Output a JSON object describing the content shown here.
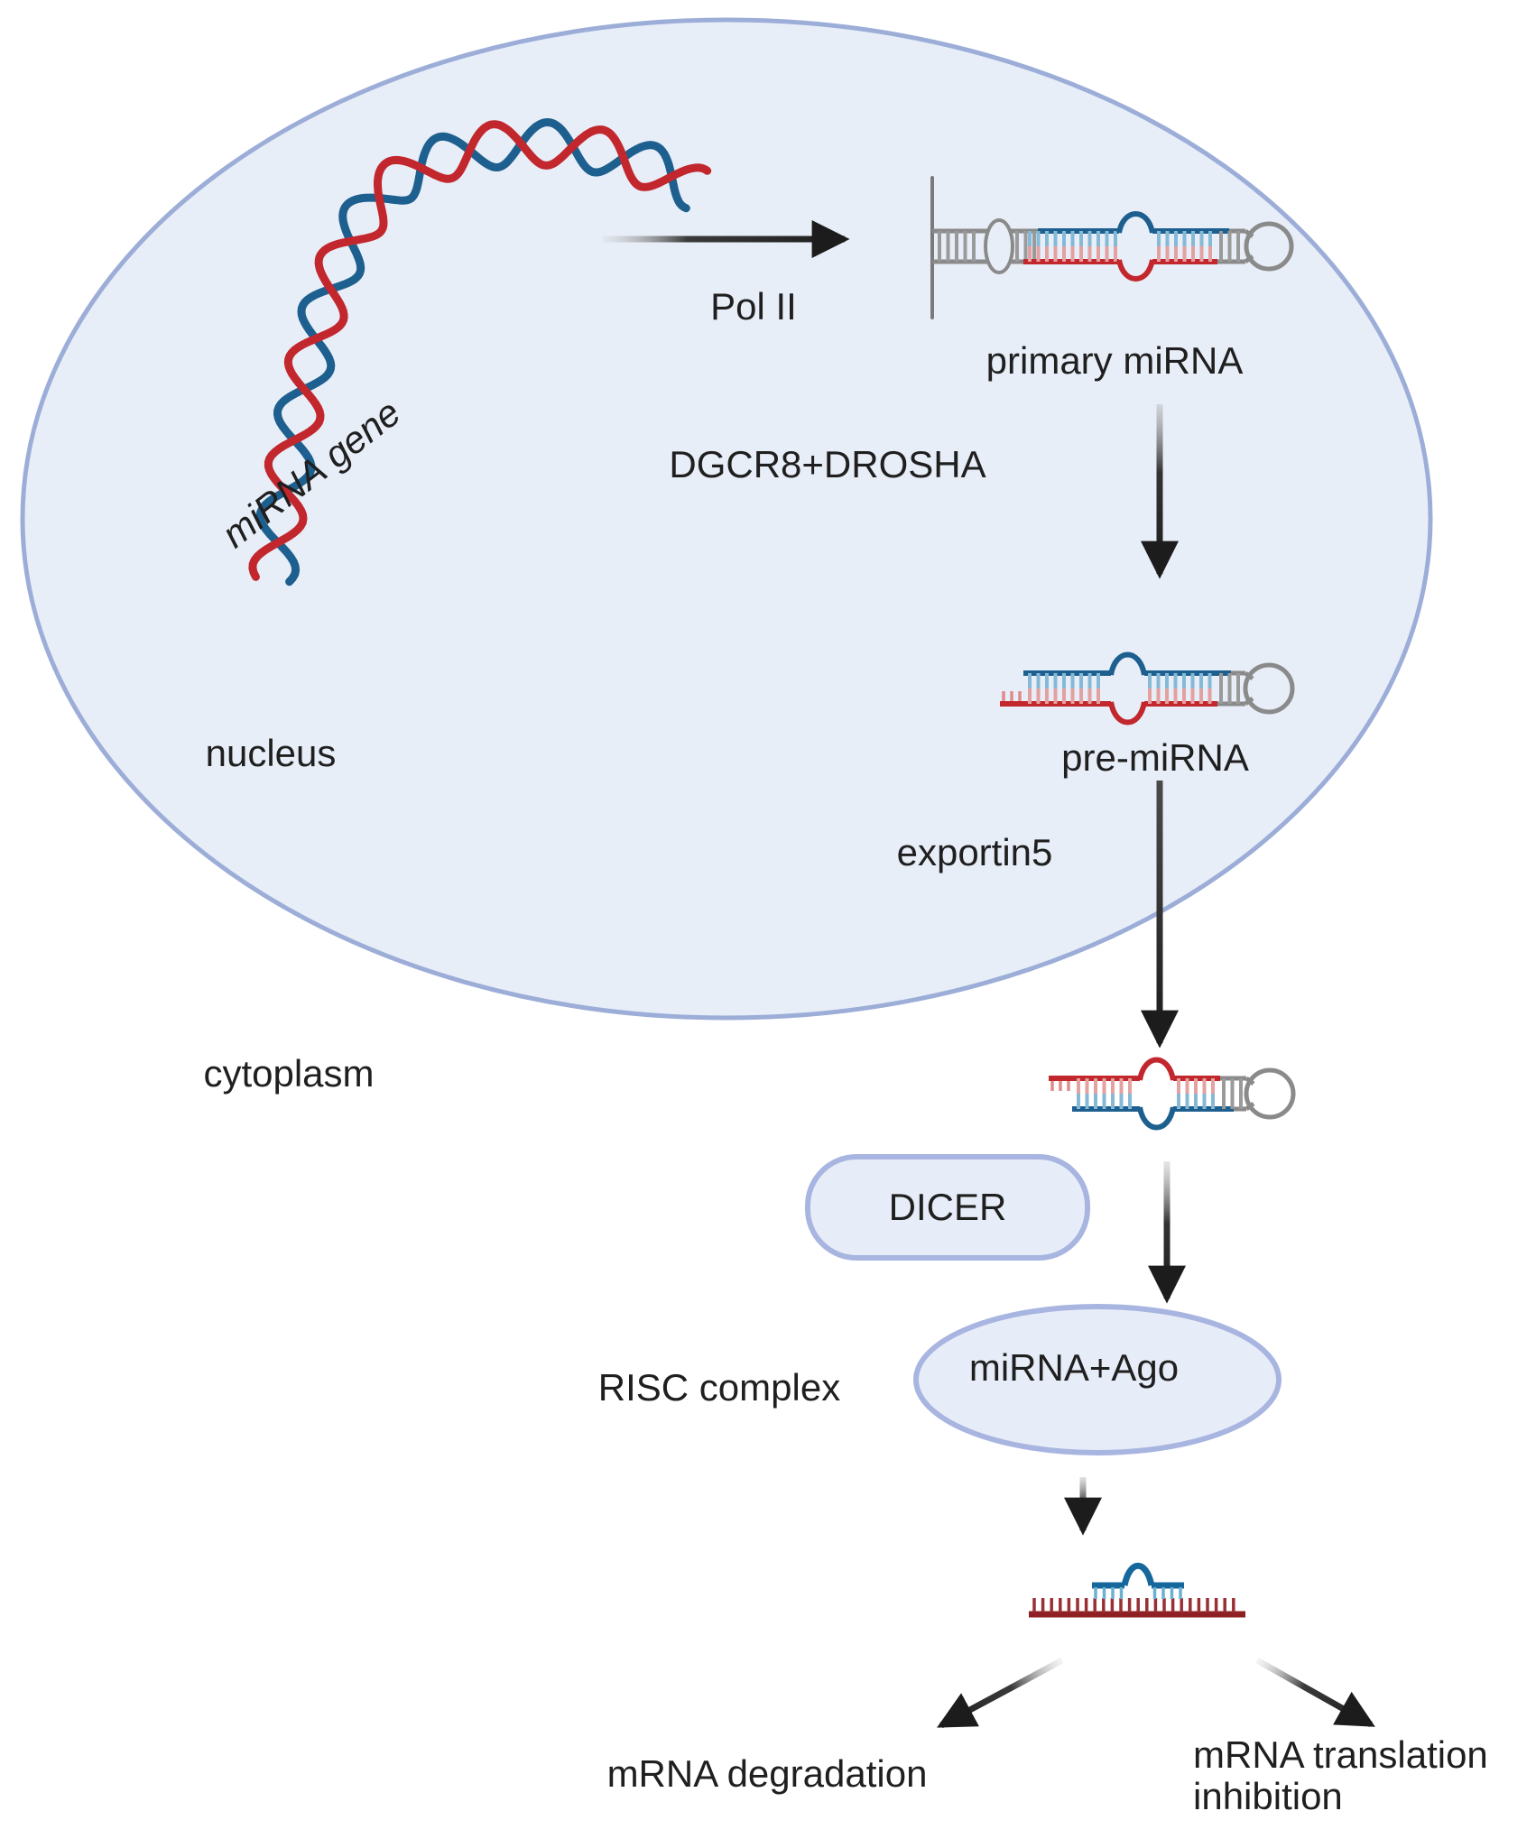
{
  "labels": {
    "mirna_gene": "miRNA gene",
    "pol_ii": "Pol II",
    "primary_mirna": "primary miRNA",
    "dgcr8_drosha": "DGCR8+DROSHA",
    "pre_mirna": "pre-miRNA",
    "nucleus": "nucleus",
    "exportin5": "exportin5",
    "cytoplasm": "cytoplasm",
    "dicer": "DICER",
    "risc_complex": "RISC complex",
    "mirna_ago": "miRNA+Ago",
    "mrna_degradation": "mRNA degradation",
    "mrna_translation_line1": "mRNA translation",
    "mrna_translation_line2": "inhibition"
  },
  "colors": {
    "nucleus_fill": "#e8eef8",
    "nucleus_border": "#9cadd8",
    "compartment_fill": "#e7edf8",
    "compartment_border": "#a8b5e0",
    "dna_red": "#c2272d",
    "dna_blue": "#1d5f8e",
    "pair_light_blue": "#85b9d6",
    "pair_light_red": "#e5a0a0",
    "gray_strand": "#8a8a8a",
    "mrna_dark_red": "#8e2023",
    "mrna_teeth_red": "#993035",
    "mirna_blue": "#16689c",
    "mirna_light_blue": "#6cb0d2",
    "arrow": "#1c1c1c",
    "text": "#1f1f1f",
    "background": "#ffffff"
  }
}
